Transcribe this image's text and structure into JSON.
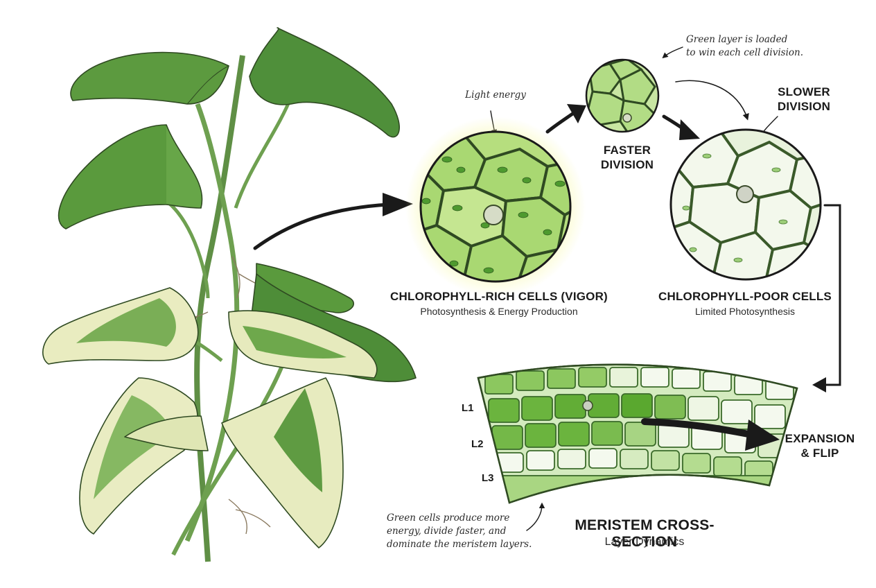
{
  "labels": {
    "light_energy": "Light energy",
    "green_note_line1": "Green layer is loaded",
    "green_note_line2": "to win each cell division.",
    "faster_division_line1": "FASTER",
    "faster_division_line2": "DIVISION",
    "slower_division_line1": "SLOWER",
    "slower_division_line2": "DIVISION",
    "rich_cells_title": "CHLOROPHYLL-RICH CELLS (VIGOR)",
    "rich_cells_sub": "Photosynthesis & Energy Production",
    "poor_cells_title": "CHLOROPHYLL-POOR CELLS",
    "poor_cells_sub": "Limited Photosynthesis",
    "layer_l1": "L1",
    "layer_l2": "L2",
    "layer_l3": "L3",
    "expansion_line1": "EXPANSION",
    "expansion_line2": "& FLIP",
    "meristem_title": "MERISTEM CROSS-SECTION",
    "meristem_sub": "Layer Dynamics",
    "bottom_note_line1": "Green cells produce more",
    "bottom_note_line2": "energy, divide faster, and",
    "bottom_note_line3": "dominate the meristem layers."
  },
  "colors": {
    "ink": "#1a1a1a",
    "leaf_dark": "#4f8f3a",
    "leaf_mid": "#6fae4e",
    "leaf_cream": "#eef0c8",
    "cell_green": "#9fd06a",
    "cell_pale": "#f2f7ea",
    "chloroplast": "#5aa83a",
    "glow": "#f3f59a"
  }
}
